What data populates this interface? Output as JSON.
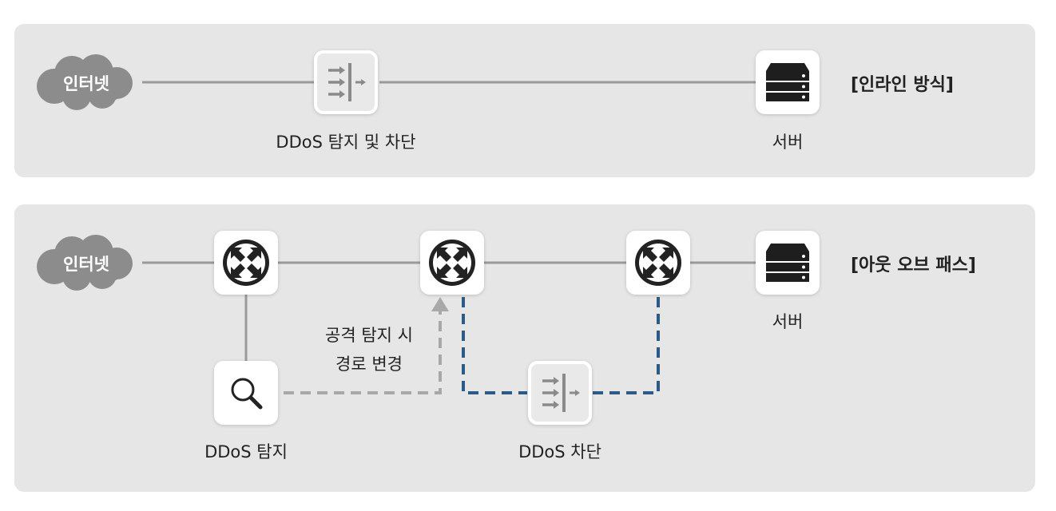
{
  "colors": {
    "panel_bg": "#e6e6e6",
    "line_gray": "#9a9a9a",
    "dashed_gray": "#a8a8a8",
    "dashed_blue": "#2e5a87",
    "cloud": "#8c8c8c",
    "icon_dark": "#222222"
  },
  "inline": {
    "cloud_label": "인터넷",
    "filter_label": "DDoS 탐지 및 차단",
    "server_label": "서버",
    "mode_label": "[인라인 방식]"
  },
  "outofpath": {
    "cloud_label": "인터넷",
    "detect_label": "DDoS 탐지",
    "reroute_line1": "공격 탐지 시",
    "reroute_line2": "경로 변경",
    "block_label": "DDoS 차단",
    "server_label": "서버",
    "mode_label": "[아웃 오브 패스]"
  }
}
